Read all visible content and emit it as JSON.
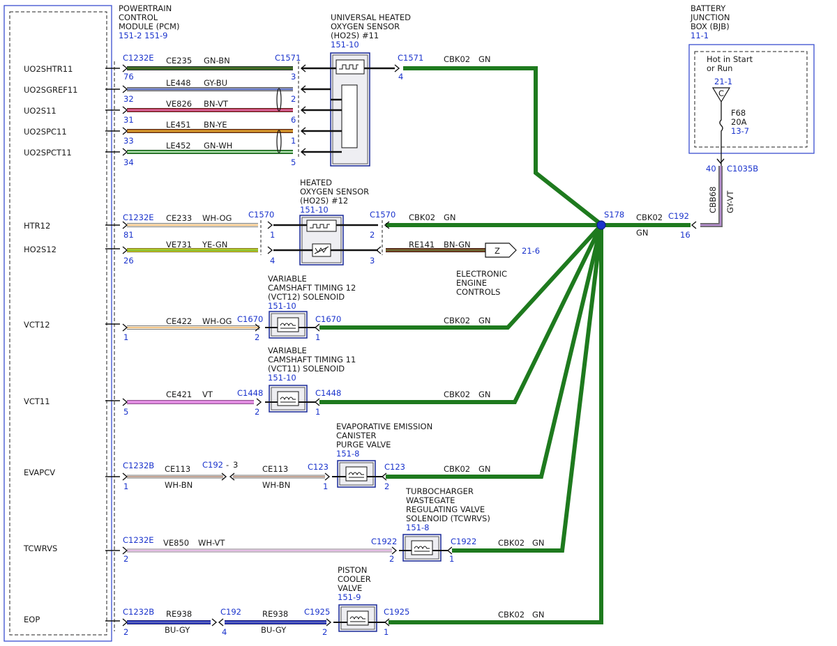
{
  "pcm": {
    "title": [
      "POWERTRAIN",
      "CONTROL",
      "MODULE (PCM)"
    ],
    "ref": "151-2  151-9",
    "pins": [
      "UO2SHTR11",
      "UO2SGREF11",
      "UO2S11",
      "UO2SPC11",
      "UO2SPCT11",
      "HTR12",
      "HO2S12",
      "VCT12",
      "VCT11",
      "EVAPCV",
      "TCWRVS",
      "EOP"
    ]
  },
  "bjb": {
    "title": [
      "BATTERY",
      "JUNCTION",
      "BOX (BJB)"
    ],
    "ref": "11-1",
    "hot": [
      "Hot in Start",
      "or Run"
    ],
    "bus_ref": "21-1",
    "bus_letter": "C",
    "fuse": "F68",
    "fuse_rating": "20A",
    "fuse_ref": "13-7",
    "pin": "40",
    "connector": "C1035B",
    "circuit": "CBB68",
    "color": "GY-VT"
  },
  "splice": {
    "name": "S178",
    "out_circuit": "CBK02",
    "out_color": "GN",
    "out_connector": "C192",
    "out_pin": "16"
  },
  "components": {
    "ho2s11": {
      "title": [
        "UNIVERSAL HEATED",
        "OXYGEN SENSOR",
        "(HO2S) #11"
      ],
      "ref": "151-10"
    },
    "ho2s12": {
      "title": [
        "HEATED",
        "OXYGEN SENSOR",
        "(HO2S) #12"
      ],
      "ref": "151-10"
    },
    "vct12": {
      "title": [
        "VARIABLE",
        "CAMSHAFT TIMING 12",
        "(VCT12) SOLENOID"
      ],
      "ref": "151-10"
    },
    "vct11": {
      "title": [
        "VARIABLE",
        "CAMSHAFT TIMING 11",
        "(VCT11) SOLENOID"
      ],
      "ref": "151-10"
    },
    "evap": {
      "title": [
        "EVAPORATIVE EMISSION",
        "CANISTER",
        "PURGE VALVE"
      ],
      "ref": "151-8"
    },
    "tcwrvs": {
      "title": [
        "TURBOCHARGER",
        "WASTEGATE",
        "REGULATING VALVE",
        "SOLENOID (TCWRVS)"
      ],
      "ref": "151-8"
    },
    "pcv": {
      "title": [
        "PISTON",
        "COOLER",
        "VALVE"
      ],
      "ref": "151-9"
    }
  },
  "eec": {
    "letter": "Z",
    "ref": "21-6",
    "title": [
      "ELECTRONIC",
      "ENGINE",
      "CONTROLS"
    ]
  },
  "labels": {
    "C1232E": "C1232E",
    "C1232B": "C1232B",
    "C1571": "C1571",
    "C1570": "C1570",
    "C1670": "C1670",
    "C1448": "C1448",
    "C192": "C192",
    "C192dash": "-",
    "C123": "C123",
    "C1922": "C1922",
    "C1925": "C1925",
    "CBK02": "CBK02",
    "GN": "GN"
  },
  "wires": {
    "w1": {
      "circuit": "CE235",
      "color": "GN-BN",
      "pcm_pin": "76",
      "conn_pin": "3"
    },
    "w2": {
      "circuit": "LE448",
      "color": "GY-BU",
      "pcm_pin": "32",
      "conn_pin": "2"
    },
    "w3": {
      "circuit": "VE826",
      "color": "BN-VT",
      "pcm_pin": "31",
      "conn_pin": "6"
    },
    "w4": {
      "circuit": "LE451",
      "color": "BN-YE",
      "pcm_pin": "33",
      "conn_pin": "1"
    },
    "w5": {
      "circuit": "LE452",
      "color": "GN-WH",
      "pcm_pin": "34",
      "conn_pin": "5"
    },
    "w6": {
      "circuit": "CE233",
      "color": "WH-OG",
      "pcm_pin": "81",
      "conn_pin": "1"
    },
    "w7": {
      "circuit": "VE731",
      "color": "YE-GN",
      "pcm_pin": "26",
      "conn_pin": "4"
    },
    "w8": {
      "circuit": "CE422",
      "color": "WH-OG",
      "pcm_pin": "1",
      "conn_pin": "2"
    },
    "w9": {
      "circuit": "CE421",
      "color": "VT",
      "pcm_pin": "5",
      "conn_pin": "2"
    },
    "w10": {
      "circuit": "CE113",
      "color": "WH-BN",
      "pcm_pin": "1",
      "c192_pin": "3",
      "conn_pin": "1"
    },
    "w11": {
      "circuit": "VE850",
      "color": "WH-VT",
      "pcm_pin": "2",
      "conn_pin": "2"
    },
    "w12": {
      "circuit": "RE938",
      "color": "BU-GY",
      "pcm_pin": "2",
      "c192_pin": "4",
      "conn_pin": "2"
    },
    "re141": {
      "circuit": "RE141",
      "color": "BN-GN",
      "conn_pin": "3"
    }
  },
  "grounds": {
    "ho2s11": "4",
    "ho2s12": "2",
    "vct12": "1",
    "vct11": "1",
    "evap": "2",
    "tcwrvs": "1",
    "pcv": "1"
  }
}
